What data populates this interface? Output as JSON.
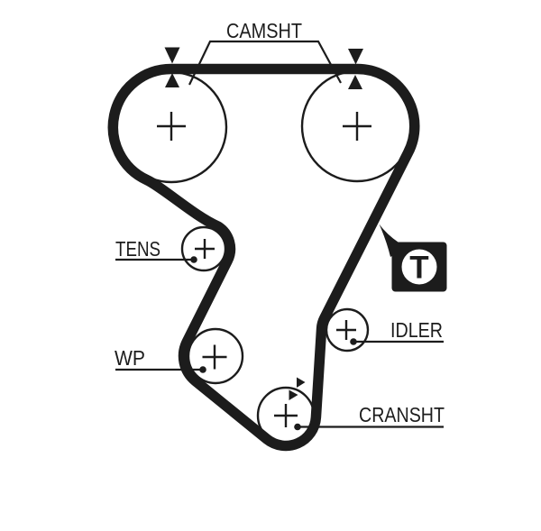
{
  "diagram": {
    "type": "timing-belt-routing-diagram",
    "labels": {
      "camshaft": "CAMSHT",
      "tensioner": "TENS",
      "water_pump": "WP",
      "idler": "IDLER",
      "crankshaft": "CRANSHT"
    },
    "marker": {
      "letter": "T"
    },
    "colors": {
      "line": "#1c1c1c",
      "background": "#ffffff"
    }
  }
}
